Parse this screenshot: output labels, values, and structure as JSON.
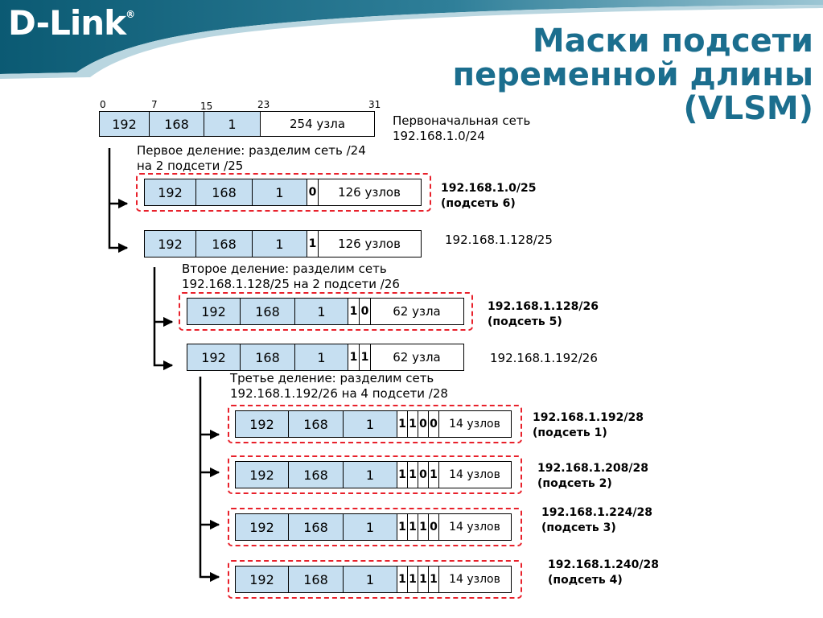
{
  "header": {
    "logo": "D-Link",
    "logo_mark": "®",
    "title_lines": [
      "Маски подсети",
      "переменной длины",
      "(VLSM)"
    ]
  },
  "ticks": [
    "0",
    "7",
    "15",
    "23",
    "31"
  ],
  "octets": [
    "192",
    "168",
    "1"
  ],
  "original": {
    "hosts": "254 узла",
    "label": [
      "Первоначальная сеть",
      "192.168.1.0/24"
    ]
  },
  "divisions": [
    {
      "text": [
        "Первое деление: разделим сеть /24",
        "на 2 подсети /25"
      ]
    },
    {
      "text": [
        "Второе деление: разделим сеть",
        "192.168.1.128/25 на 2 подсети /26"
      ]
    },
    {
      "text": [
        "Третье деление: разделим сеть",
        "192.168.1.192/26 на 4 подсети /28"
      ]
    }
  ],
  "rows": [
    {
      "bits": [
        "0"
      ],
      "hosts": "126 узлов",
      "highlighted": true,
      "label": [
        "192.168.1.0/25",
        "(подсеть 6)"
      ]
    },
    {
      "bits": [
        "1"
      ],
      "hosts": "126 узлов",
      "highlighted": false,
      "label": [
        "192.168.1.128/25"
      ]
    },
    {
      "bits": [
        "1",
        "0"
      ],
      "hosts": "62 узла",
      "highlighted": true,
      "label": [
        "192.168.1.128/26",
        "(подсеть 5)"
      ]
    },
    {
      "bits": [
        "1",
        "1"
      ],
      "hosts": "62 узла",
      "highlighted": false,
      "label": [
        "192.168.1.192/26"
      ]
    },
    {
      "bits": [
        "1",
        "1",
        "0",
        "0"
      ],
      "hosts": "14 узлов",
      "highlighted": true,
      "label": [
        "192.168.1.192/28",
        "(подсеть 1)"
      ]
    },
    {
      "bits": [
        "1",
        "1",
        "0",
        "1"
      ],
      "hosts": "14 узлов",
      "highlighted": true,
      "label": [
        "192.168.1.208/28",
        "(подсеть 2)"
      ]
    },
    {
      "bits": [
        "1",
        "1",
        "1",
        "0"
      ],
      "hosts": "14 узлов",
      "highlighted": true,
      "label": [
        "192.168.1.224/28",
        "(подсеть 3)"
      ]
    },
    {
      "bits": [
        "1",
        "1",
        "1",
        "1"
      ],
      "hosts": "14 узлов",
      "highlighted": true,
      "label": [
        "192.168.1.240/28",
        "(подсеть 4)"
      ]
    }
  ],
  "colors": {
    "header_dark": "#0b5a73",
    "header_light": "#6aa9bd",
    "title": "#1b6e8e",
    "octet_fill": "#c6dff1",
    "highlight_border": "#e8212b"
  }
}
